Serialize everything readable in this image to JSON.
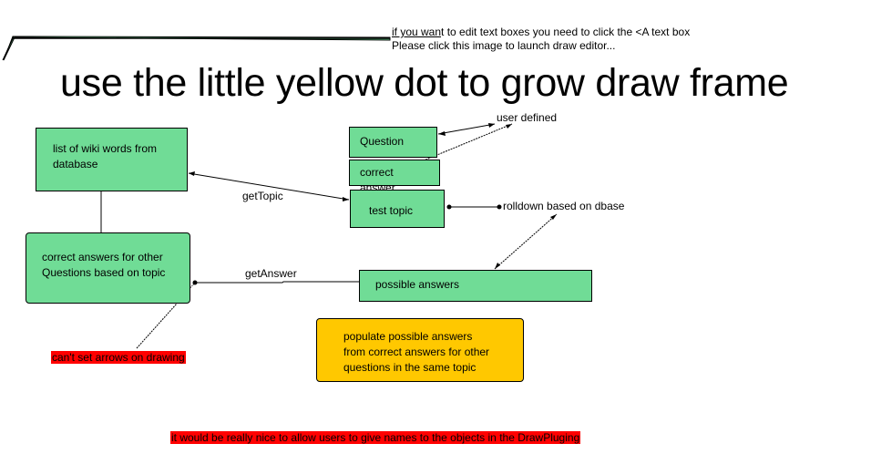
{
  "instructions": {
    "line1_underlined": "if you wan",
    "line1_rest": "t to edit text boxes you need to click the <A text box",
    "line2": "Please click this image to launch draw editor..."
  },
  "headline": "use the little yellow dot to grow draw frame",
  "boxes": {
    "wiki_words": "list of wiki words from database",
    "question": "Question",
    "correct_answer": "correct answer",
    "test_topic": "test topic",
    "correct_answers_other": "correct answers for other Questions based on topic",
    "possible_answers": "possible answers",
    "populate": "populate possible answers from correct answers for other questions in the same topic"
  },
  "labels": {
    "user_defined": "user defined",
    "rolldown": "rolldown based on dbase",
    "get_topic": "getTopic",
    "get_answer": "getAnswer"
  },
  "notes": {
    "cant_set_arrows": "can't set arrows on drawing",
    "names_request": "it would be really nice to allow users to give names to the objects in the DrawPluging"
  },
  "colors": {
    "box_green": "#70dc96",
    "box_yellow": "#ffc800",
    "note_red": "#ff0000"
  }
}
